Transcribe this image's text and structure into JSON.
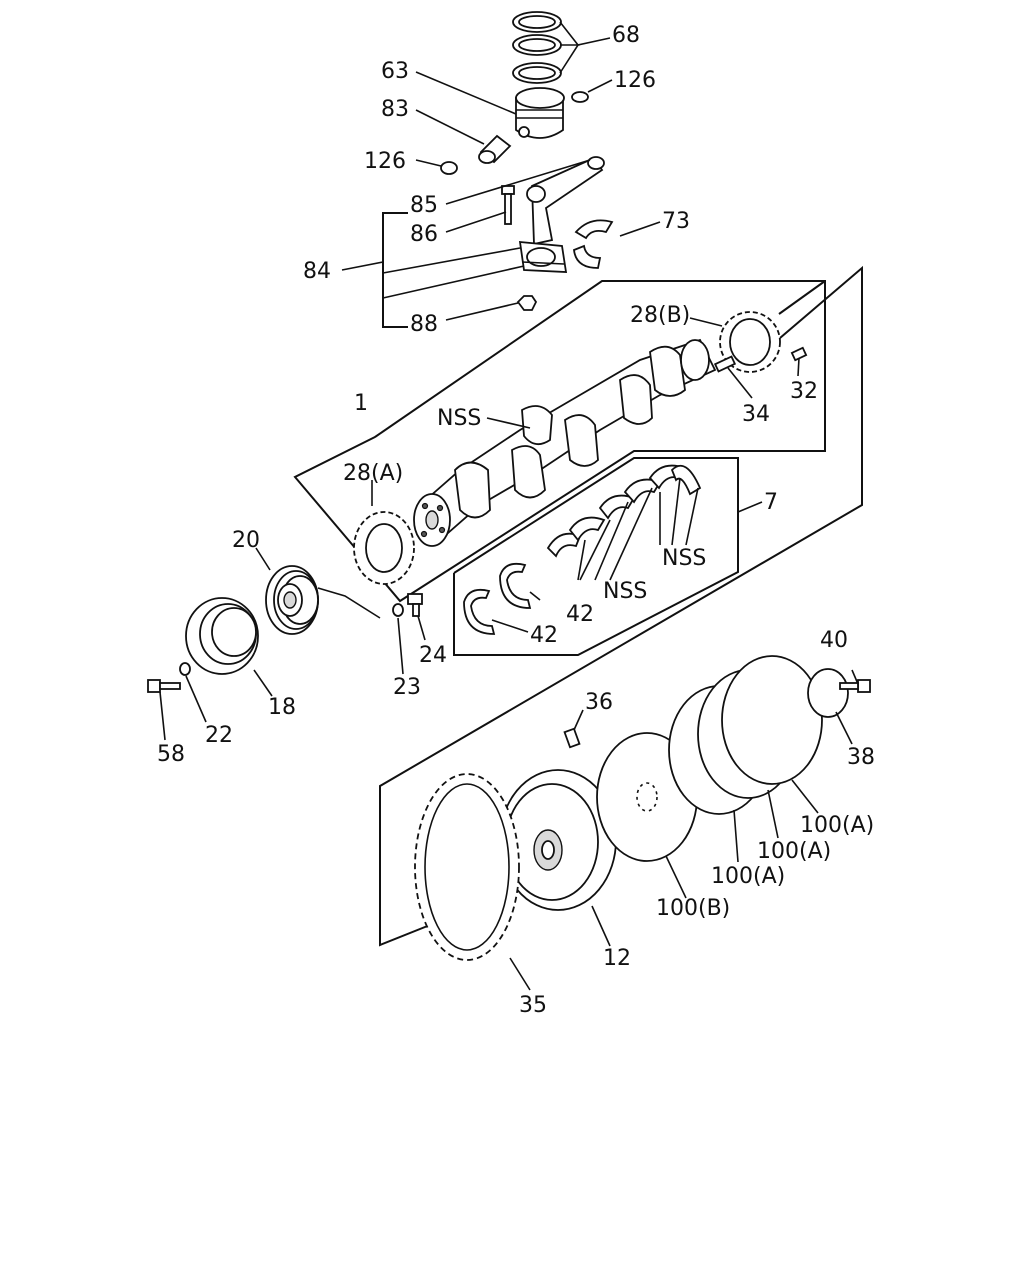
{
  "colors": {
    "ink": "#111111",
    "background": "#ffffff",
    "shade": "#d9d9d9"
  },
  "labels": {
    "l68": "68",
    "l63": "63",
    "l126a": "126",
    "l83": "83",
    "l126b": "126",
    "l85": "85",
    "l86": "86",
    "l73": "73",
    "l84": "84",
    "l88": "88",
    "l28b": "28(B)",
    "l32": "32",
    "l34": "34",
    "l1": "1",
    "lnss1": "NSS",
    "l28a": "28(A)",
    "l7": "7",
    "lnss2": "NSS",
    "lnss3": "NSS",
    "l20": "20",
    "l42a": "42",
    "l42b": "42",
    "l24": "24",
    "l23": "23",
    "l18": "18",
    "l22": "22",
    "l58": "58",
    "l40": "40",
    "l36": "36",
    "l38": "38",
    "l100a1": "100(A)",
    "l100a2": "100(A)",
    "l100a3": "100(A)",
    "l100b": "100(B)",
    "l12": "12",
    "l35": "35"
  }
}
